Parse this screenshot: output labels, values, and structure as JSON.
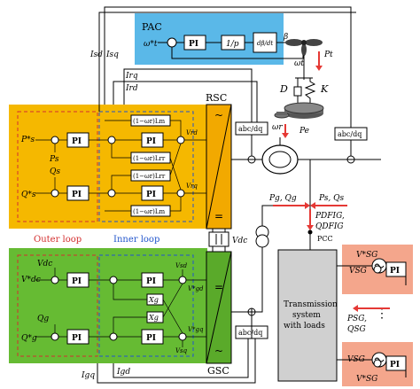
{
  "colors": {
    "pac_bg": "#5ab8e8",
    "rsc_bg": "#f5b800",
    "gsc_bg": "#66bb33",
    "grid_bg": "#f4a68c",
    "converter_rsc": "#f2a900",
    "converter_gsc": "#5aaa2a",
    "outer_loop": "#d32f2f",
    "inner_loop": "#2255cc",
    "power_arrow": "#e53935"
  },
  "pac": {
    "title": "PAC",
    "ref": "ω*t",
    "pi": "PI",
    "gain": "1/p",
    "rate": "dβ/dt",
    "beta": "β"
  },
  "turbine": {
    "omega_t": "ωt",
    "p_t": "Pt",
    "damping": "D",
    "stiffness": "K",
    "omega_r": "ωr",
    "p_e": "Pe"
  },
  "labels": {
    "rsc": "RSC",
    "gsc": "GSC",
    "outer_loop": "Outer loop",
    "inner_loop": "Inner loop",
    "vdc": "Vdc",
    "pcc": "PCC",
    "abc_dq": "abc/dq",
    "ird": "Ird",
    "irq": "Irq",
    "isd": "Isd",
    "isq": "Isq",
    "igd": "Igd",
    "igq": "Igq",
    "pg_qg": "Pg, Qg",
    "ps_qs": "Ps, Qs",
    "p_dfig": "PDFIG,",
    "q_dfig": "QDFIG",
    "grid": [
      "Transmission",
      "system",
      "with loads"
    ],
    "p_sg": "PSG,",
    "q_sg": "QSG"
  },
  "rsc_ctrl": {
    "ps_ref": "P*s",
    "ps": "Ps",
    "qs": "Qs",
    "qs_ref": "Q*s",
    "pi": "PI",
    "xd_top": "(1−ωr)Lm",
    "xd_mid": "(1−ωr)Lrr",
    "xd_bot": "(1−ωr)Lrr",
    "xd_low": "(1−ωr)Lm",
    "vrd": "Vrd",
    "vrq": "Vrq"
  },
  "gsc_ctrl": {
    "vdc_ref": "V*dc",
    "vdc": "Vdc",
    "qg": "Qg",
    "qg_ref": "Q*g",
    "pi": "PI",
    "xg1": "Xg",
    "xg2": "Xg",
    "vsd": "Vsd",
    "vsq": "Vsq",
    "vgd": "V*gd",
    "vgq": "V*gq"
  },
  "sg": {
    "vsg_ref1": "V*SG",
    "vsg1": "VSG",
    "vsg2": "VSG",
    "vsg_ref2": "V*SG",
    "pi": "PI",
    "ellipsis": "⋮"
  }
}
